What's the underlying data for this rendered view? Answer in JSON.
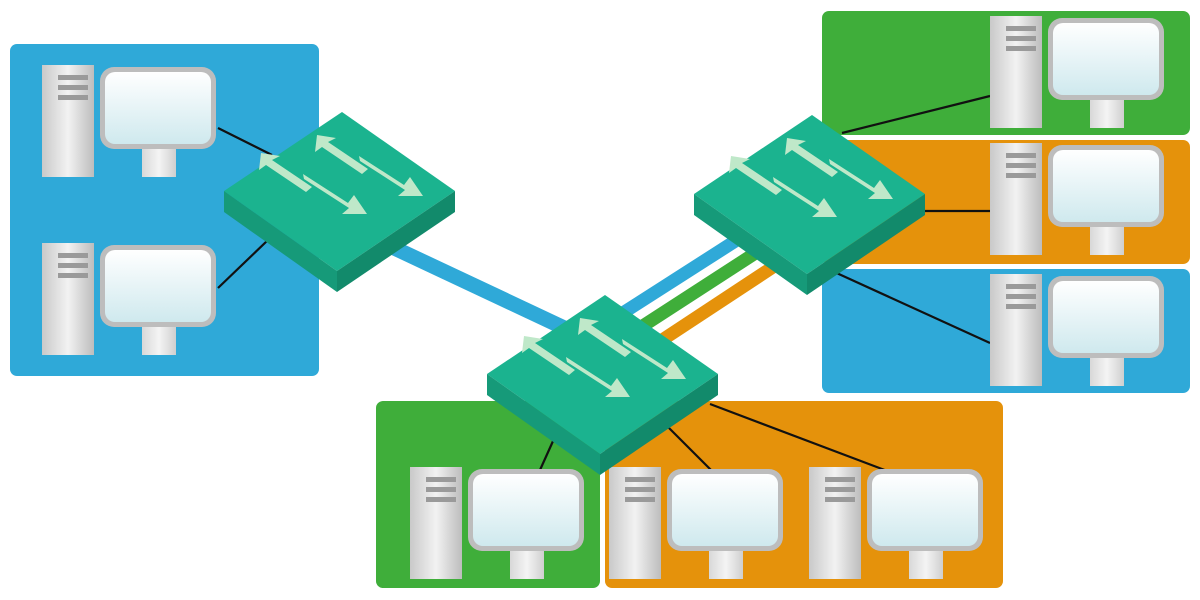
{
  "colors": {
    "vlan_blue": "#2FA9D8",
    "vlan_green": "#3FAE3A",
    "vlan_orange": "#E5920B",
    "switch_top": "#1BB38F",
    "switch_front": "#169A79",
    "switch_side": "#128A6B",
    "arrow": "#BFE8C9",
    "cable": "#111111"
  },
  "diagram": {
    "groups": [
      {
        "id": "left",
        "vlan": "blue",
        "computers": 2
      },
      {
        "id": "right-top",
        "vlan": "green",
        "computers": 1
      },
      {
        "id": "right-middle",
        "vlan": "orange",
        "computers": 1
      },
      {
        "id": "right-bottom",
        "vlan": "blue",
        "computers": 1
      },
      {
        "id": "bottom-left",
        "vlan": "green",
        "computers": 1
      },
      {
        "id": "bottom-right",
        "vlan": "orange",
        "computers": 2
      }
    ],
    "switches": [
      {
        "id": "switch-left",
        "icon": "network-switch-icon"
      },
      {
        "id": "switch-right",
        "icon": "network-switch-icon"
      },
      {
        "id": "switch-center",
        "icon": "network-switch-icon"
      }
    ],
    "trunks": [
      {
        "from": "switch-left",
        "to": "switch-center",
        "vlans": [
          "blue"
        ]
      },
      {
        "from": "switch-right",
        "to": "switch-center",
        "vlans": [
          "blue",
          "green",
          "orange"
        ]
      }
    ]
  }
}
